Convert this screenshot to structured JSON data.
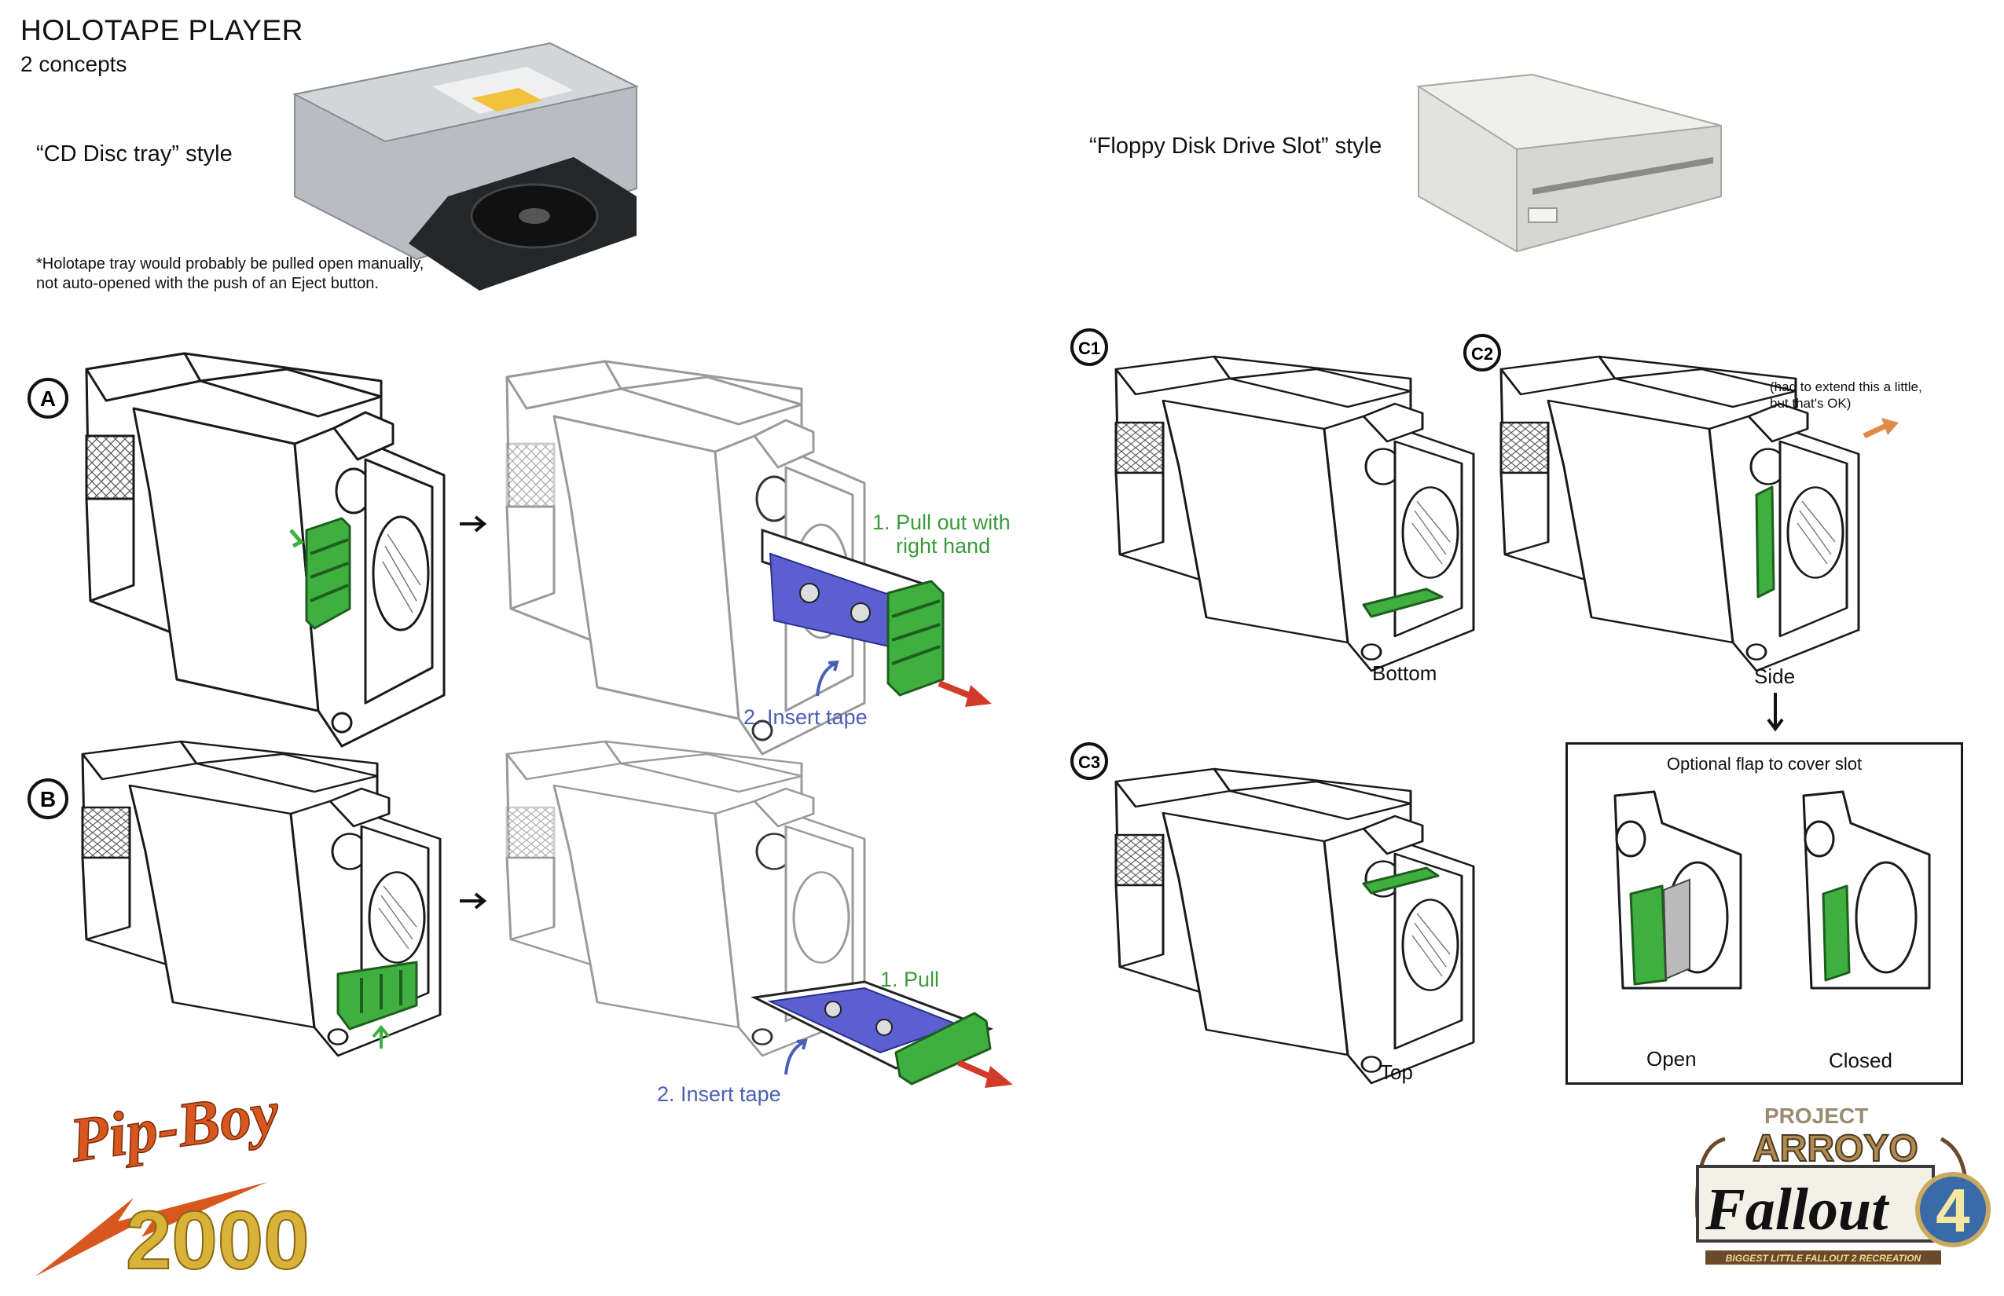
{
  "header": {
    "title": "HOLOTAPE PLAYER",
    "subtitle": "2 concepts"
  },
  "concepts": {
    "cd_tray": {
      "label": "“CD Disc tray” style",
      "note_line1": "*Holotape tray would probably be pulled open manually,",
      "note_line2": "not auto-opened with the push of an Eject button."
    },
    "floppy": {
      "label": "“Floppy Disk Drive Slot” style"
    }
  },
  "markers": {
    "a": "A",
    "b": "B",
    "c1": "C1",
    "c2": "C2",
    "c3": "C3"
  },
  "panel_a": {
    "step1_line1": "1. Pull out with",
    "step1_line2": "right hand",
    "step2": "2. Insert tape"
  },
  "panel_b": {
    "step1": "1. Pull",
    "step2": "2. Insert tape"
  },
  "panel_c": {
    "c1_caption": "Bottom",
    "c2_caption": "Side",
    "c2_note_line1": "(had to extend this a little,",
    "c2_note_line2": "but that's OK)",
    "c3_caption": "Top"
  },
  "flap_box": {
    "title": "Optional flap to cover slot",
    "open": "Open",
    "closed": "Closed"
  },
  "logos": {
    "pipboy_line1": "Pip-Boy",
    "pipboy_line2": "2000",
    "arroyo_project": "PROJECT",
    "arroyo_name": "ARROYO",
    "fallout": "Fallout",
    "fallout_number": "4",
    "tagline": "BIGGEST LITTLE FALLOUT 2 RECREATION"
  },
  "colors": {
    "green": "#3fb040",
    "blue": "#5b5fd0",
    "red_arrow": "#d23a2a",
    "orange_arrow": "#e08a4a",
    "pipboy_orange": "#d8571e",
    "pipboy_gold": "#d9b23a"
  }
}
